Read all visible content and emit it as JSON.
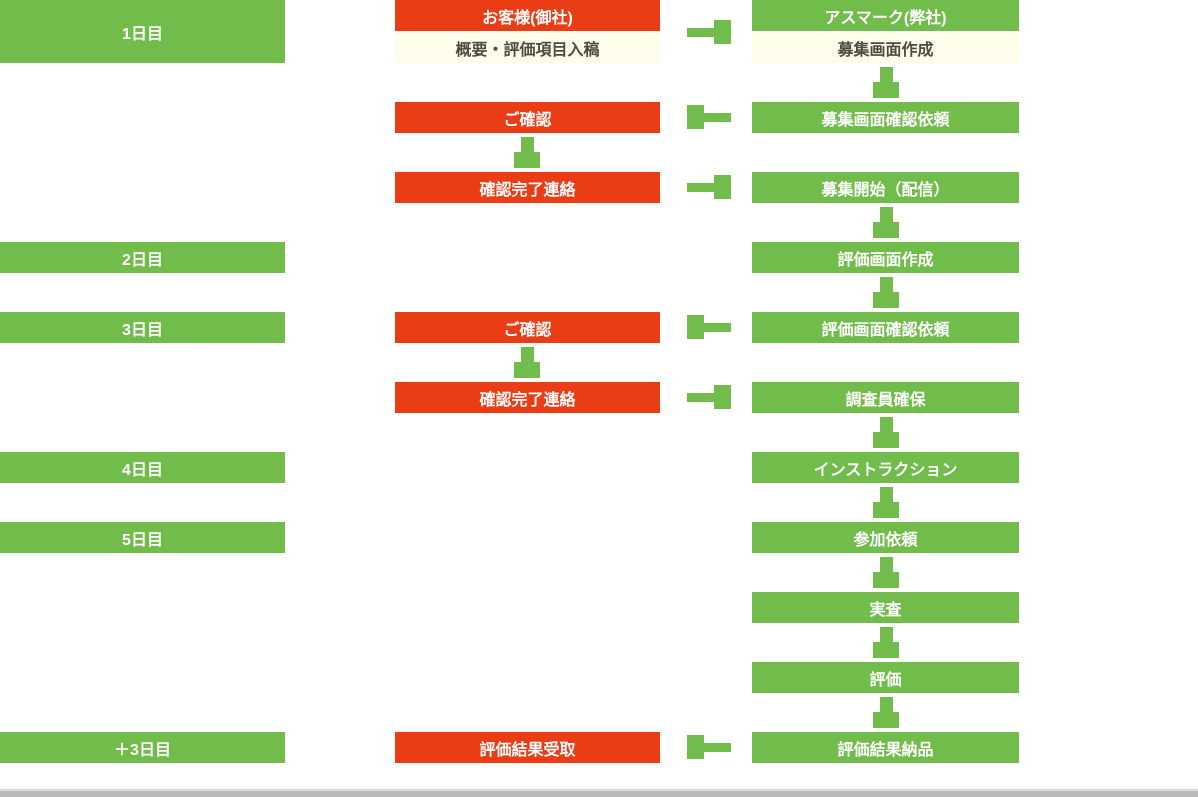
{
  "colors": {
    "green": "#72bc4c",
    "red": "#ea3c15",
    "cream": "#fffdea",
    "cream_text": "#4f4b42",
    "divider": "#b9b9b9"
  },
  "timeline": {
    "days": [
      "1日目",
      "2日目",
      "3日目",
      "4日目",
      "5日目",
      "＋3日目"
    ]
  },
  "customer_column": {
    "header": "お客様(御社)",
    "first_task": "概要・評価項目入稿",
    "steps": [
      "ご確認",
      "確認完了連絡",
      "ご確認",
      "確認完了連絡",
      "評価結果受取"
    ]
  },
  "company_column": {
    "header": "アスマーク(弊社)",
    "first_task": "募集画面作成",
    "steps": [
      "募集画面確認依頼",
      "募集開始（配信）",
      "評価画面作成",
      "評価画面確認依頼",
      "調査員確保",
      "インストラクション",
      "参加依頼",
      "実査",
      "評価",
      "評価結果納品"
    ]
  }
}
